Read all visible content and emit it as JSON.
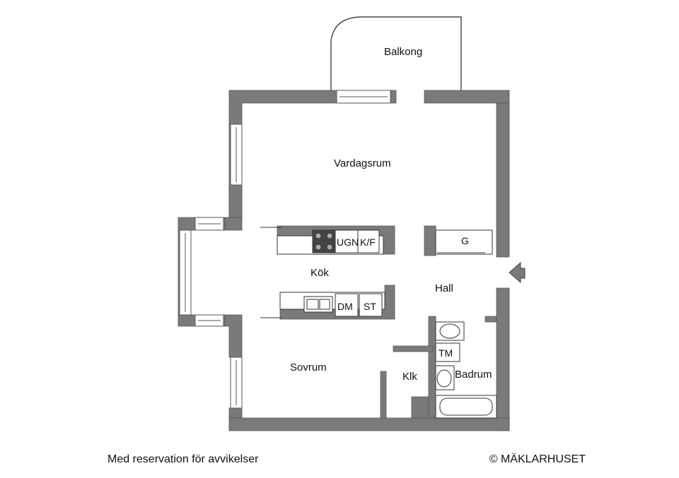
{
  "rooms": {
    "balkong": "Balkong",
    "vardagsrum": "Vardagsrum",
    "kok": "Kök",
    "hall": "Hall",
    "sovrum": "Sovrum",
    "klk": "Klk",
    "badrum": "Badrum"
  },
  "fixtures": {
    "ugn": "UGN",
    "kf": "K/F",
    "dm": "DM",
    "st": "ST",
    "g": "G",
    "tm": "TM"
  },
  "icons": {
    "entrance": "entrance-arrow-icon"
  },
  "colors": {
    "wall": "#7a7a7a",
    "background": "#ffffff",
    "line": "#333333"
  },
  "footer": {
    "disclaimer": "Med reservation för avvikelser",
    "copyright": "© MÄKLARHUSET"
  }
}
